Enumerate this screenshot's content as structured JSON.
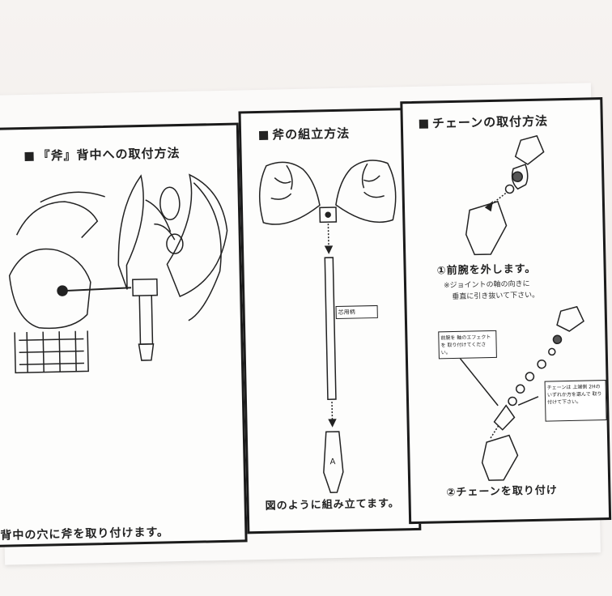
{
  "panels": [
    {
      "title": "『斧』背中への取付方法",
      "caption": "背中の穴に斧を取り付けます。"
    },
    {
      "title": "斧の組立方法",
      "part_label": "芯用柄",
      "caption": "図のように組み立てます。"
    },
    {
      "title": "チェーンの取付方法",
      "step1": "①前腕を外します。",
      "note1_line1": "※ジョイントの軸の向きに",
      "note1_line2": "垂直に引き抜いて下さい。",
      "step2": "②チェーンを取り付け",
      "callout_a": "前腕を 軸のエフェクトを 取り付けてください。",
      "callout_b": "チェーンは 上端側 2Hの いずれか方を選んで 取り付けて下さい。"
    }
  ],
  "colors": {
    "ink": "#1b1b1b",
    "paper": "#fdfdfc",
    "background": "#f4f1ee"
  }
}
